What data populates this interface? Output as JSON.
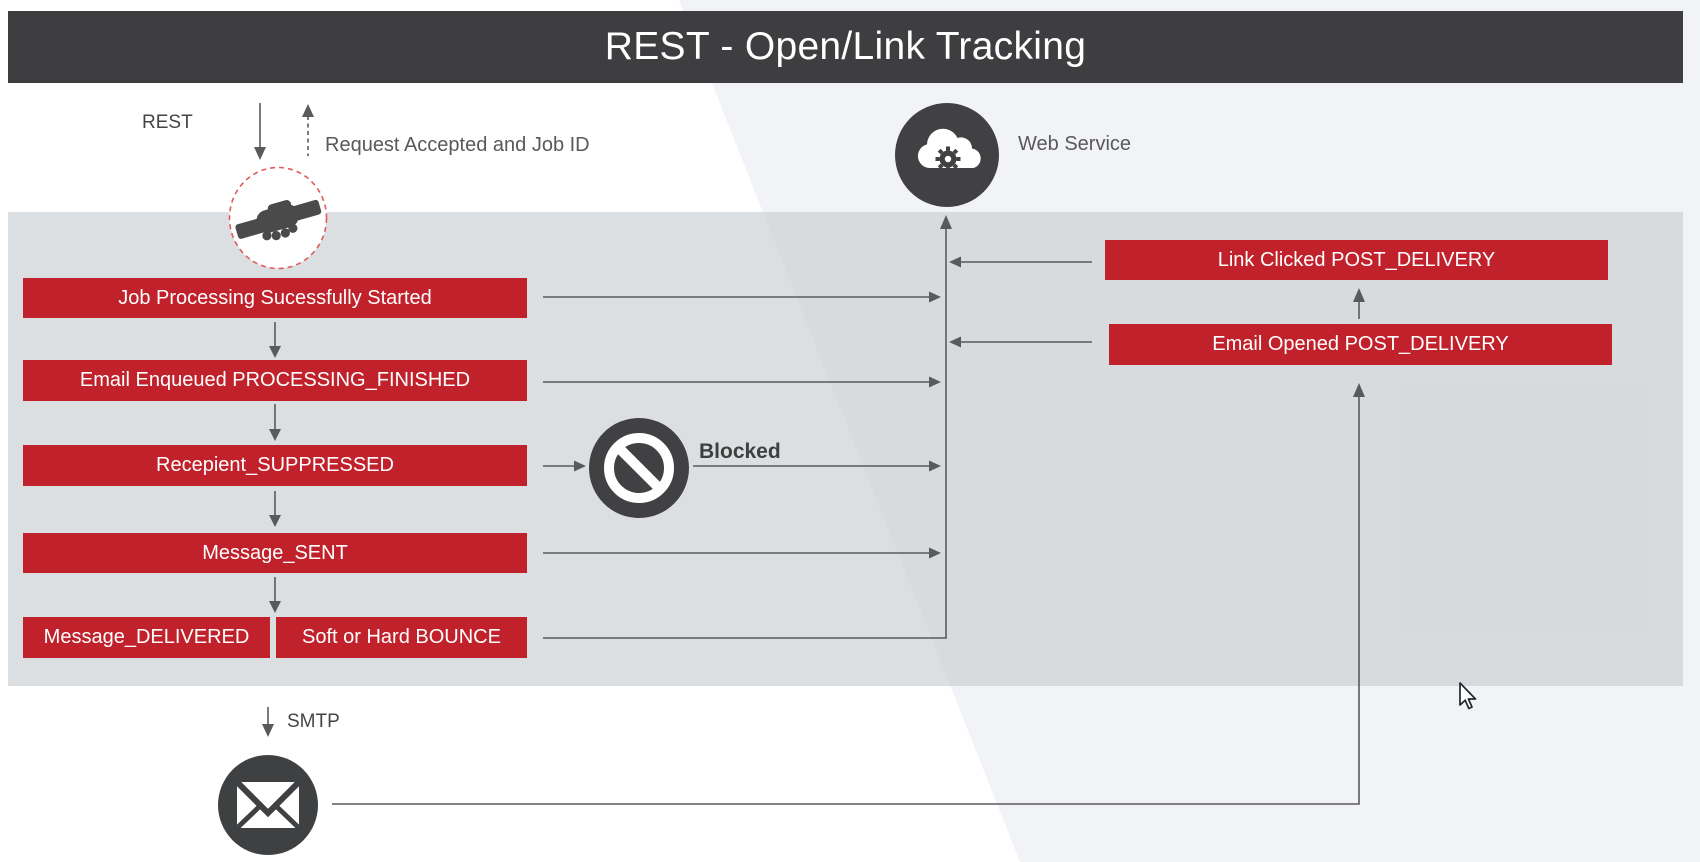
{
  "slide": {
    "title": "REST - Open/Link Tracking"
  },
  "annotations": {
    "rest": "REST",
    "request_accepted": "Request Accepted and Job ID",
    "web_service": "Web Service",
    "blocked": "Blocked",
    "smtp": "SMTP"
  },
  "flow": {
    "left_events": [
      {
        "label": "Job Processing Sucessfully Started"
      },
      {
        "label": "Email Enqueued PROCESSING_FINISHED"
      },
      {
        "label": "Recepient_SUPPRESSED"
      },
      {
        "label": "Message_SENT"
      }
    ],
    "outcome_events": [
      {
        "label": "Message_DELIVERED"
      },
      {
        "label": "Soft or Hard BOUNCE"
      }
    ],
    "post_delivery_events": [
      {
        "label": "Link Clicked POST_DELIVERY"
      },
      {
        "label": "Email Opened POST_DELIVERY"
      }
    ]
  },
  "icons": {
    "handshake": "handshake-icon",
    "web_service": "cloud-gear-icon",
    "blocked": "blocked-sign-icon",
    "email": "envelope-icon",
    "cursor": "mouse-cursor-icon"
  },
  "colors": {
    "accent_red": "#c1212b",
    "dark_gray": "#3e3e40",
    "line_gray": "#5a5a5a",
    "band_gray": "#d9dcde",
    "page_bg": "#f1f3f6",
    "dashed_circle_red": "#e05c5c"
  }
}
